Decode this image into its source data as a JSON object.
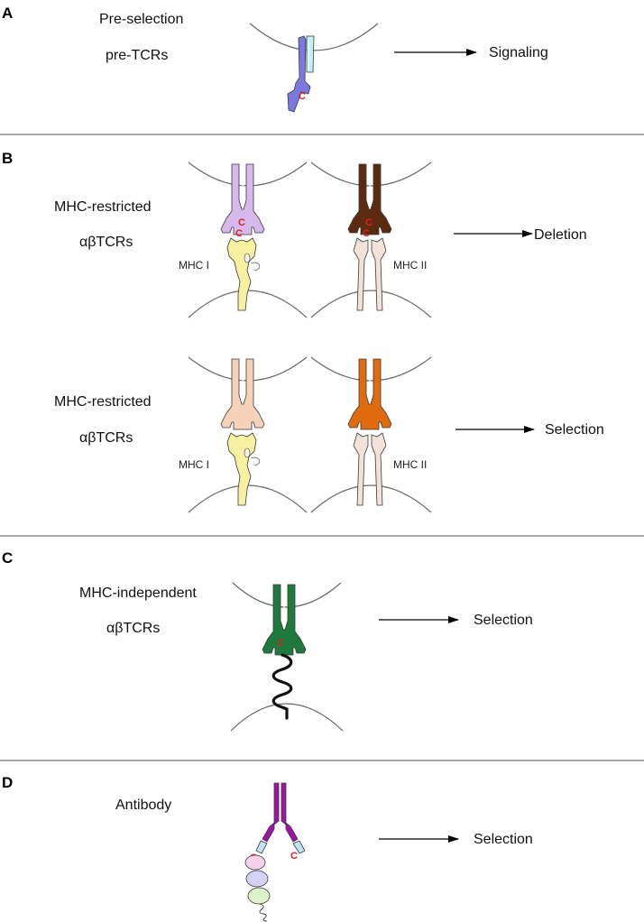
{
  "panels": {
    "a": {
      "letter": "A",
      "title": "Pre-selection",
      "subtitle": "pre-TCRs",
      "outcome": "Signaling"
    },
    "b": {
      "letter": "B",
      "deletion": {
        "title": "MHC-restricted",
        "subtitle": "αβTCRs",
        "mhc1": "MHC I",
        "mhc2": "MHC II",
        "outcome": "Deletion"
      },
      "selection": {
        "title": "MHC-restricted",
        "subtitle": "αβTCRs",
        "mhc1": "MHC I",
        "mhc2": "MHC II",
        "outcome": "Selection"
      }
    },
    "c": {
      "letter": "C",
      "title": "MHC-independent",
      "subtitle": "αβTCRs",
      "outcome": "Selection"
    },
    "d": {
      "letter": "D",
      "title": "Antibody",
      "outcome": "Selection"
    }
  },
  "cysteine_label": "C",
  "colors": {
    "pre_tcr": "#7b78e0",
    "pre_t_alpha": "#c4f0ee",
    "tcr_lilac": "#d6b8ec",
    "tcr_dark_brown": "#5c2a0e",
    "tcr_peach": "#f6d2b8",
    "tcr_orange": "#e06a0e",
    "tcr_green": "#1e7a3c",
    "mhc1_yellow": "#f7f0a0",
    "mhc2_beige": "#f2e2d8",
    "antibody_purple": "#a012a8",
    "antibody_light_blue": "#bfe2f4",
    "domain_pink": "#f4d2ec",
    "domain_lavender": "#d6d2f6",
    "domain_green": "#dcf2c8",
    "cysteine_red": "#e01e1e"
  }
}
